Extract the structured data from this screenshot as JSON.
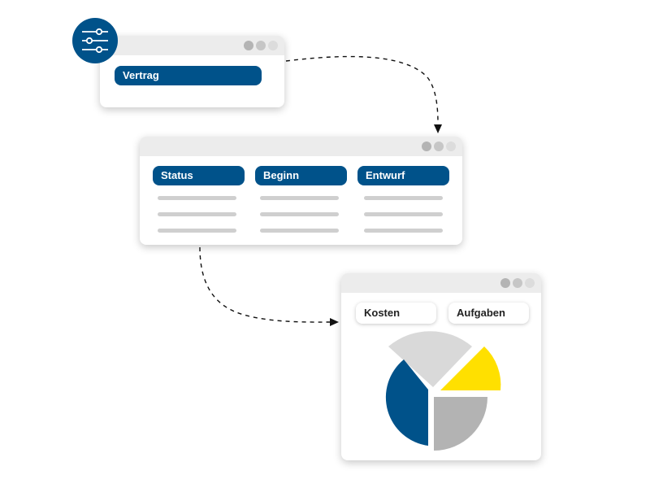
{
  "filter_window": {
    "field_label": "Vertrag",
    "icon": "sliders-icon"
  },
  "table_window": {
    "columns": [
      "Status",
      "Beginn",
      "Entwurf"
    ]
  },
  "chart_window": {
    "buttons": [
      "Kosten",
      "Aufgaben"
    ]
  },
  "colors": {
    "brand_blue": "#00528a",
    "accent_yellow": "#ffe000",
    "light_gray": "#d9d9d9",
    "mid_gray": "#b3b3b3"
  }
}
